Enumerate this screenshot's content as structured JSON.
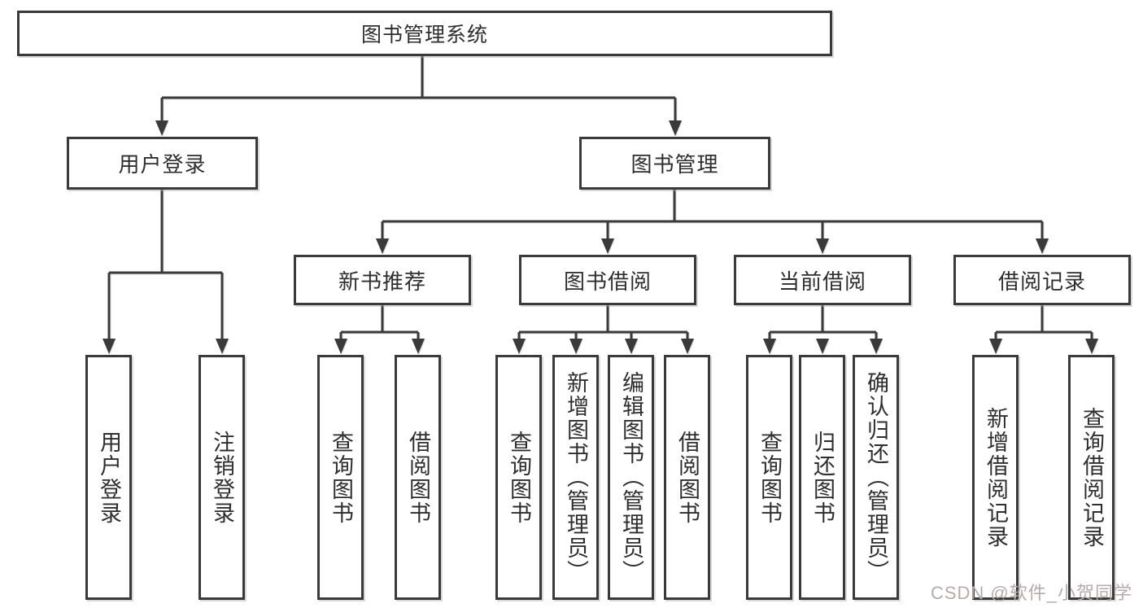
{
  "diagram": {
    "title": "图书管理系统",
    "branches": [
      {
        "label": "用户登录",
        "children": [
          {
            "label": "用户登录"
          },
          {
            "label": "注销登录"
          }
        ]
      },
      {
        "label": "图书管理",
        "children": [
          {
            "label": "新书推荐",
            "children": [
              {
                "label": "查询图书"
              },
              {
                "label": "借阅图书"
              }
            ]
          },
          {
            "label": "图书借阅",
            "children": [
              {
                "label": "查询图书"
              },
              {
                "label": "新增图书（管理员）"
              },
              {
                "label": "编辑图书（管理员）"
              },
              {
                "label": "借阅图书"
              }
            ]
          },
          {
            "label": "当前借阅",
            "children": [
              {
                "label": "查询图书"
              },
              {
                "label": "归还图书"
              },
              {
                "label": "确认归还（管理员）"
              }
            ]
          },
          {
            "label": "借阅记录",
            "children": [
              {
                "label": "新增借阅记录"
              },
              {
                "label": "查询借阅记录"
              }
            ]
          }
        ]
      }
    ]
  },
  "colors": {
    "line": "#3a3a3a",
    "text": "#2e2e2e",
    "watermark": "#b5abab"
  },
  "watermark": "CSDN @软件_小贺同学"
}
